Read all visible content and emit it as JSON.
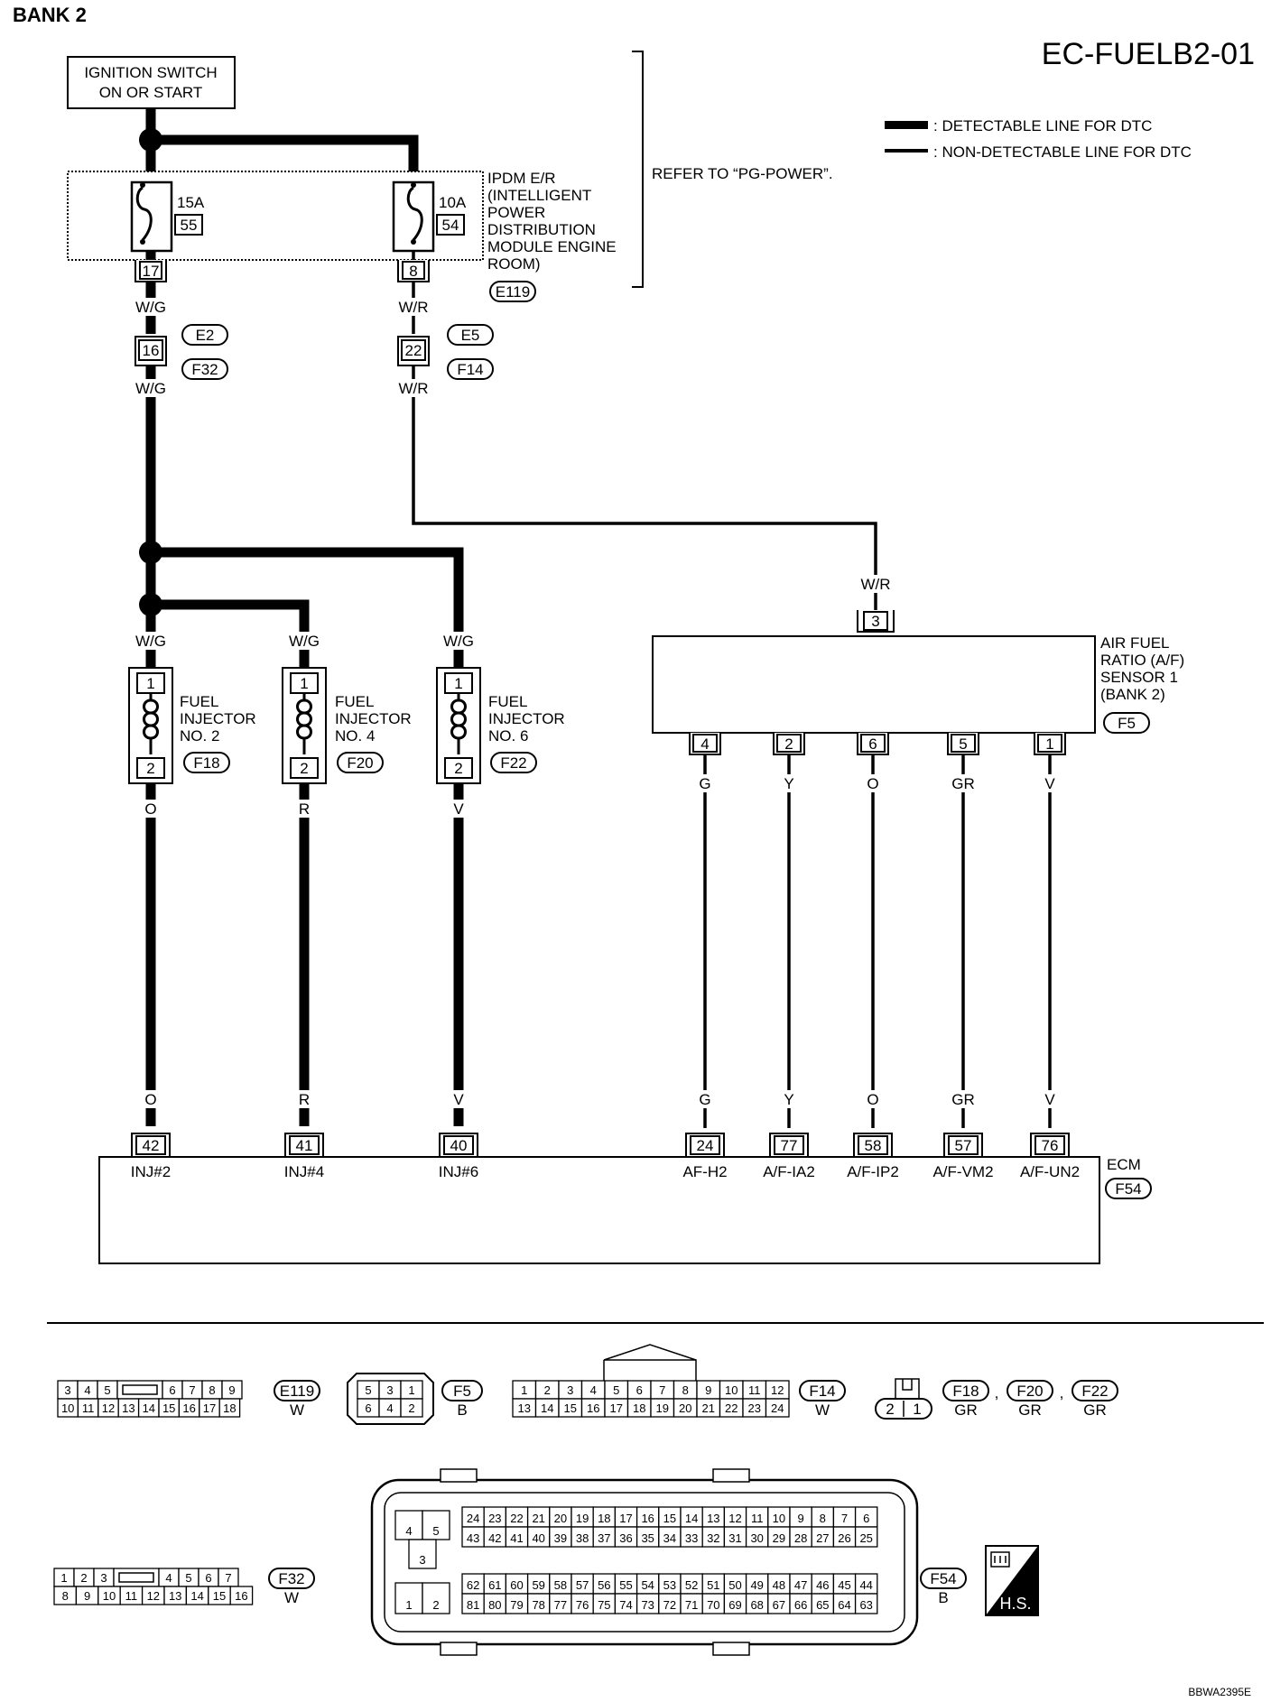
{
  "page": {
    "title": "BANK 2",
    "code": "EC-FUELB2-01",
    "image_id": "BBWA2395E"
  },
  "legend": {
    "detectable": ": DETECTABLE LINE FOR DTC",
    "non_detectable": ": NON-DETECTABLE LINE FOR DTC"
  },
  "refer": "REFER TO “PG-POWER”.",
  "ignition": {
    "line1": "IGNITION SWITCH",
    "line2": "ON OR START"
  },
  "ipdm": {
    "label_lines": [
      "IPDM E/R",
      "(INTELLIGENT",
      "POWER",
      "DISTRIBUTION",
      "MODULE ENGINE",
      "ROOM)"
    ],
    "connector": "E119",
    "fuse1": {
      "amp": "15A",
      "num": "55",
      "pin": "17"
    },
    "fuse2": {
      "amp": "10A",
      "num": "54",
      "pin": "8"
    }
  },
  "wires": {
    "wg": "W/G",
    "wr": "W/R",
    "o": "O",
    "r": "R",
    "v": "V",
    "g": "G",
    "y": "Y",
    "gr": "GR"
  },
  "junctions": {
    "left": {
      "pin": "16",
      "c1": "E2",
      "c2": "F32"
    },
    "right": {
      "pin": "22",
      "c1": "E5",
      "c2": "F14"
    }
  },
  "injectors": [
    {
      "line1": "FUEL",
      "line2": "INJECTOR",
      "line3": "NO. 2",
      "conn": "F18",
      "pin_top": "1",
      "pin_bot": "2",
      "ecm_pin": "42",
      "ecm_label": "INJ#2"
    },
    {
      "line1": "FUEL",
      "line2": "INJECTOR",
      "line3": "NO. 4",
      "conn": "F20",
      "pin_top": "1",
      "pin_bot": "2",
      "ecm_pin": "41",
      "ecm_label": "INJ#4"
    },
    {
      "line1": "FUEL",
      "line2": "INJECTOR",
      "line3": "NO. 6",
      "conn": "F22",
      "pin_top": "1",
      "pin_bot": "2",
      "ecm_pin": "40",
      "ecm_label": "INJ#6"
    }
  ],
  "af_sensor": {
    "label_lines": [
      "AIR FUEL",
      "RATIO (A/F)",
      "SENSOR 1",
      "(BANK 2)"
    ],
    "conn": "F5",
    "top_pin": "3",
    "pins": [
      {
        "pin": "4",
        "color": "G",
        "ecm_pin": "24",
        "ecm_label": "AF-H2"
      },
      {
        "pin": "2",
        "color": "Y",
        "ecm_pin": "77",
        "ecm_label": "A/F-IA2"
      },
      {
        "pin": "6",
        "color": "O",
        "ecm_pin": "58",
        "ecm_label": "A/F-IP2"
      },
      {
        "pin": "5",
        "color": "GR",
        "ecm_pin": "57",
        "ecm_label": "A/F-VM2"
      },
      {
        "pin": "1",
        "color": "V",
        "ecm_pin": "76",
        "ecm_label": "A/F-UN2"
      }
    ]
  },
  "ecm": {
    "label": "ECM",
    "conn": "F54"
  },
  "connectors": {
    "e119": {
      "name": "E119",
      "color": "W",
      "row1": [
        "3",
        "4",
        "5",
        "",
        "6",
        "7",
        "8",
        "9"
      ],
      "row2": [
        "10",
        "11",
        "12",
        "13",
        "14",
        "15",
        "16",
        "17",
        "18"
      ]
    },
    "f5": {
      "name": "F5",
      "color": "B",
      "row1": [
        "5",
        "3",
        "1"
      ],
      "row2": [
        "6",
        "4",
        "2"
      ]
    },
    "f14": {
      "name": "F14",
      "color": "W",
      "row1": [
        "1",
        "2",
        "3",
        "4",
        "5",
        "6",
        "7",
        "8",
        "9",
        "10",
        "11",
        "12"
      ],
      "row2": [
        "13",
        "14",
        "15",
        "16",
        "17",
        "18",
        "19",
        "20",
        "21",
        "22",
        "23",
        "24"
      ]
    },
    "inj": {
      "names": [
        "F18",
        "F20",
        "F22"
      ],
      "colors": [
        "GR",
        "GR",
        "GR"
      ],
      "pins": [
        "2",
        "1"
      ],
      "sep": ","
    },
    "f32": {
      "name": "F32",
      "color": "W",
      "row1": [
        "1",
        "2",
        "3",
        "",
        "4",
        "5",
        "6",
        "7"
      ],
      "row2": [
        "8",
        "9",
        "10",
        "11",
        "12",
        "13",
        "14",
        "15",
        "16"
      ]
    },
    "f54": {
      "name": "F54",
      "color": "B",
      "small": [
        "4",
        "5",
        "3",
        "1",
        "2"
      ],
      "row1": [
        "24",
        "23",
        "22",
        "21",
        "20",
        "19",
        "18",
        "17",
        "16",
        "15",
        "14",
        "13",
        "12",
        "11",
        "10",
        "9",
        "8",
        "7",
        "6"
      ],
      "row2": [
        "43",
        "42",
        "41",
        "40",
        "39",
        "38",
        "37",
        "36",
        "35",
        "34",
        "33",
        "32",
        "31",
        "30",
        "29",
        "28",
        "27",
        "26",
        "25"
      ],
      "row3": [
        "62",
        "61",
        "60",
        "59",
        "58",
        "57",
        "56",
        "55",
        "54",
        "53",
        "52",
        "51",
        "50",
        "49",
        "48",
        "47",
        "46",
        "45",
        "44"
      ],
      "row4": [
        "81",
        "80",
        "79",
        "78",
        "77",
        "76",
        "75",
        "74",
        "73",
        "72",
        "71",
        "70",
        "69",
        "68",
        "67",
        "66",
        "65",
        "64",
        "63"
      ]
    }
  },
  "hs": {
    "text": "H.S."
  }
}
